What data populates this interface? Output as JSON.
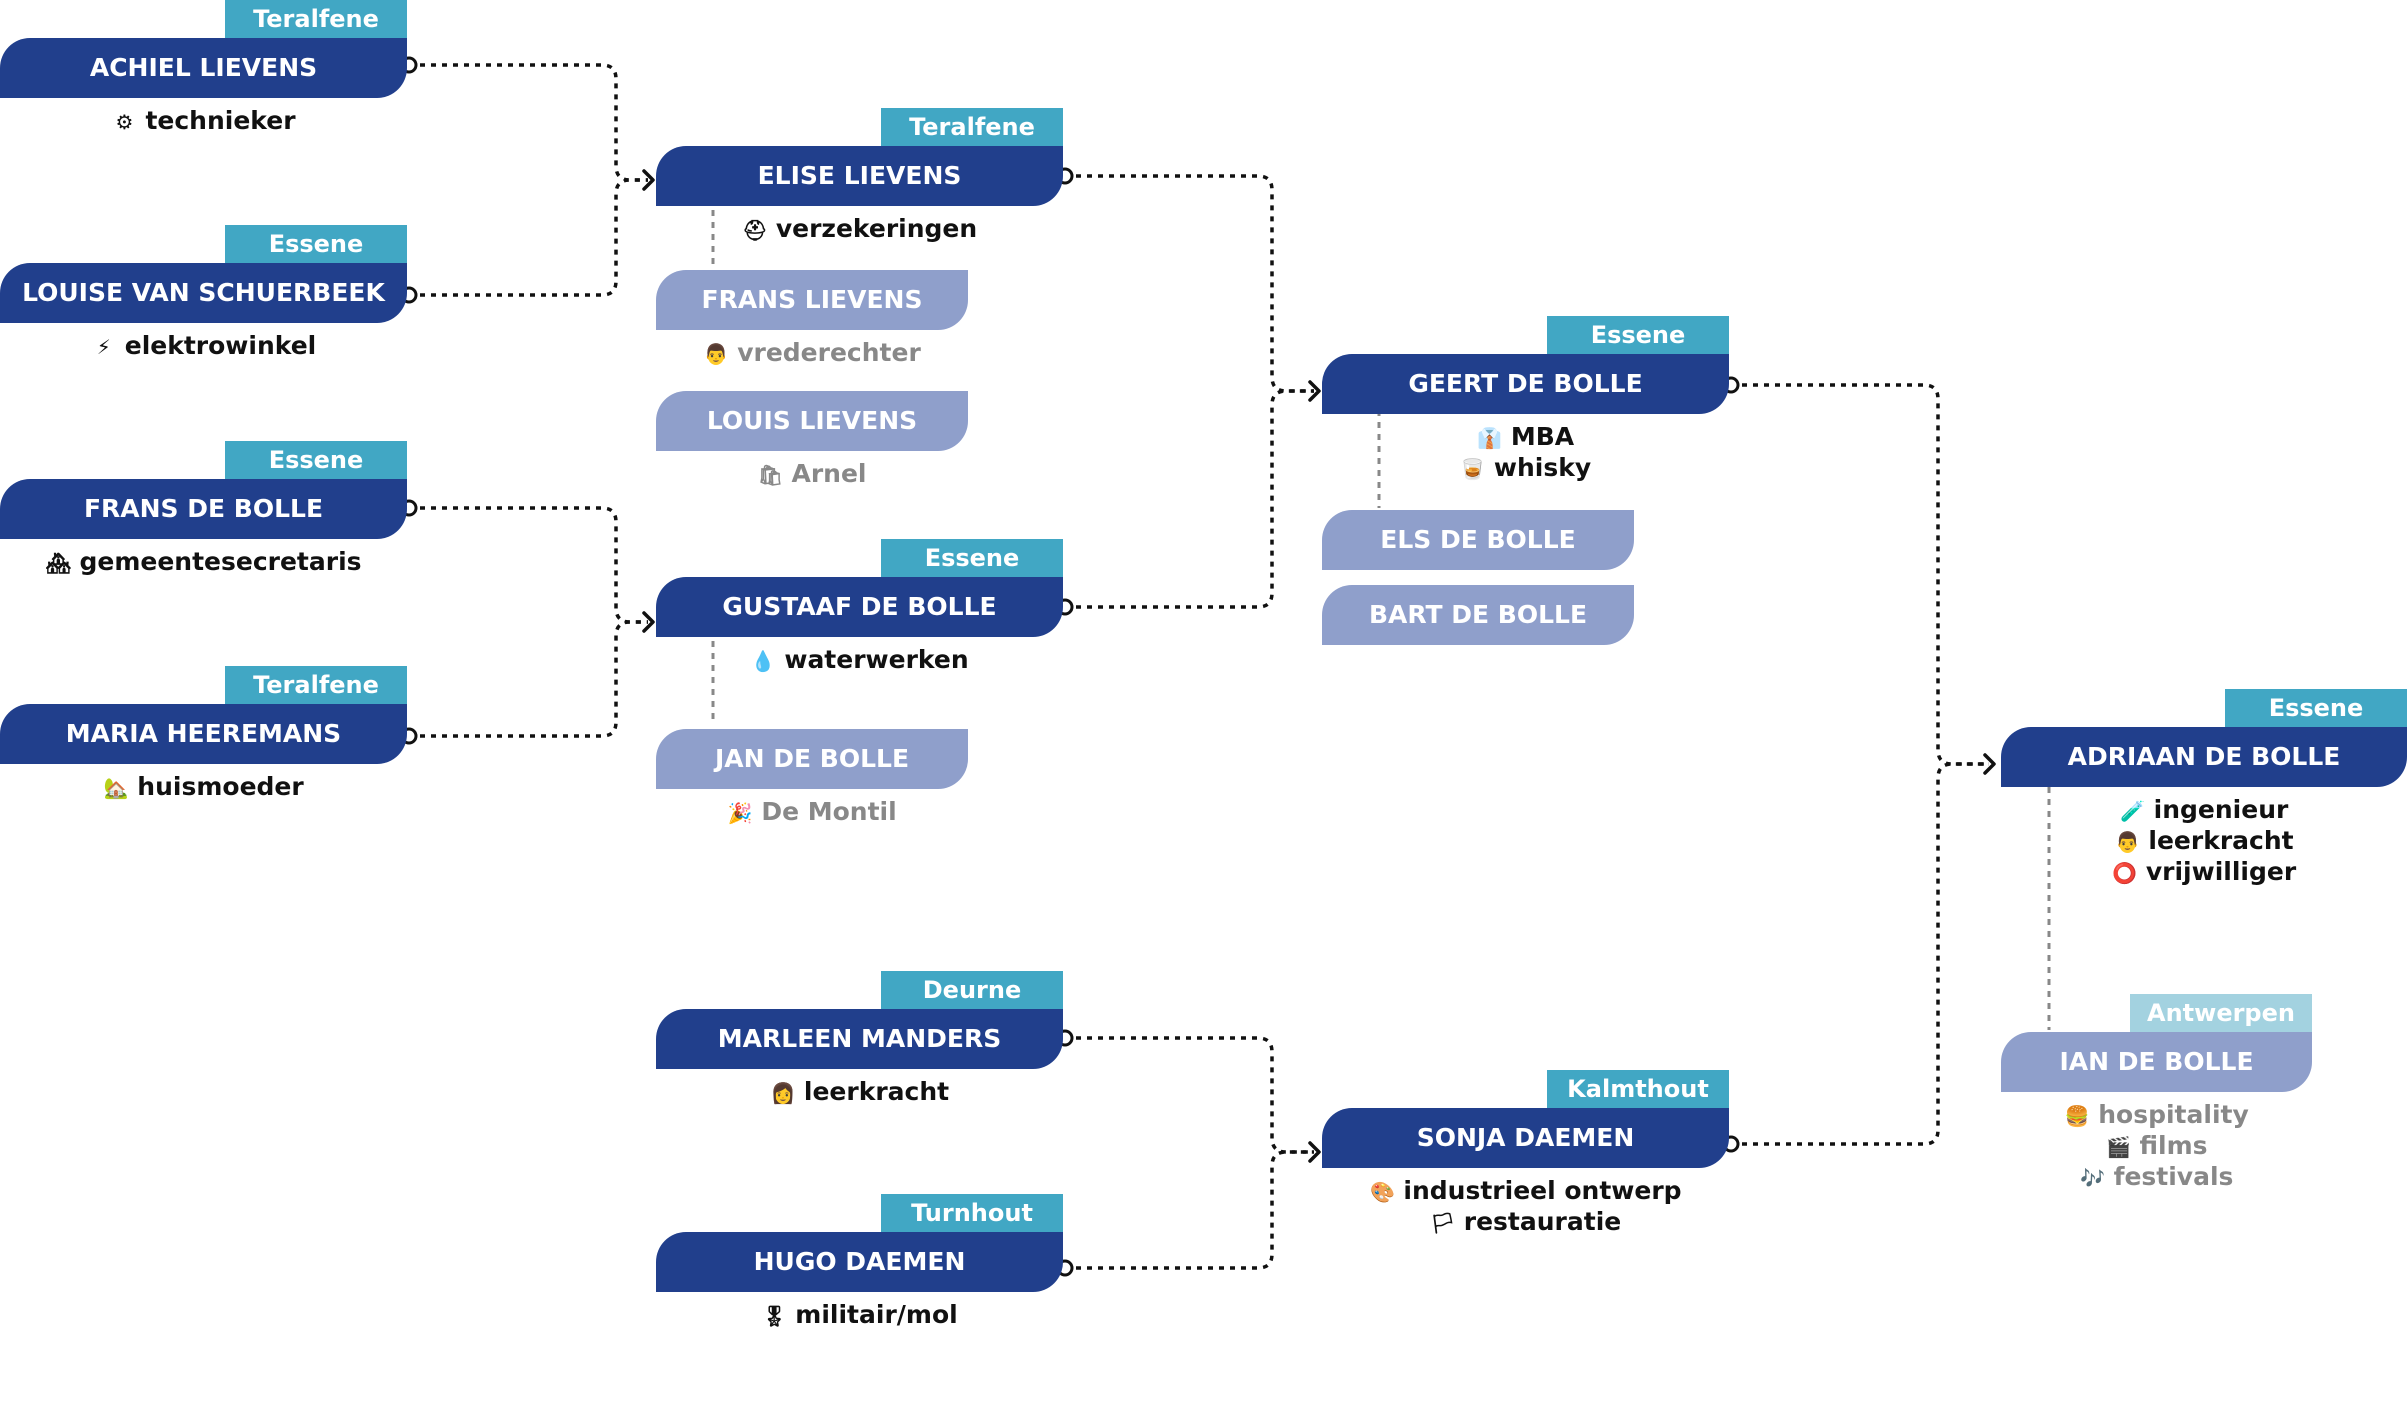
{
  "persons": {
    "achiel": {
      "place": "Teralfene",
      "name": "ACHIEL LIEVENS",
      "details": [
        {
          "icon": "gear-icon",
          "glyph": "⚙",
          "text": "technieker"
        }
      ]
    },
    "louise": {
      "place": "Essene",
      "name": "LOUISE VAN SCHUERBEEK",
      "details": [
        {
          "icon": "lightning-icon",
          "glyph": "⚡",
          "text": "elektrowinkel"
        }
      ]
    },
    "frans_db": {
      "place": "Essene",
      "name": "FRANS DE BOLLE",
      "details": [
        {
          "icon": "houses-icon",
          "glyph": "🏘",
          "text": "gemeentesecretaris"
        }
      ]
    },
    "maria": {
      "place": "Teralfene",
      "name": "MARIA HEEREMANS",
      "details": [
        {
          "icon": "house-garden-icon",
          "glyph": "🏡",
          "text": "huismoeder"
        }
      ]
    },
    "elise": {
      "place": "Teralfene",
      "name": "ELISE LIEVENS",
      "details": [
        {
          "icon": "helmet-icon",
          "glyph": "⛑",
          "text": "verzekeringen"
        }
      ]
    },
    "gustaaf": {
      "place": "Essene",
      "name": "GUSTAAF DE BOLLE",
      "details": [
        {
          "icon": "droplet-icon",
          "glyph": "💧",
          "text": "waterwerken"
        }
      ]
    },
    "marleen": {
      "place": "Deurne",
      "name": "MARLEEN MANDERS",
      "details": [
        {
          "icon": "teacher-icon",
          "glyph": "👩",
          "text": "leerkracht"
        }
      ]
    },
    "hugo": {
      "place": "Turnhout",
      "name": "HUGO DAEMEN",
      "details": [
        {
          "icon": "medal-icon",
          "glyph": "🎖",
          "text": "militair/mol"
        }
      ]
    },
    "geert": {
      "place": "Essene",
      "name": "GEERT DE BOLLE",
      "details": [
        {
          "icon": "businessman-icon",
          "glyph": "👔",
          "text": "MBA"
        },
        {
          "icon": "whisky-icon",
          "glyph": "🥃",
          "text": "whisky"
        }
      ]
    },
    "sonja": {
      "place": "Kalmthout",
      "name": "SONJA DAEMEN",
      "details": [
        {
          "icon": "palette-icon",
          "glyph": "🎨",
          "text": "industrieel ontwerp"
        },
        {
          "icon": "flag-icon",
          "glyph": "🏳",
          "text": "restauratie"
        }
      ]
    },
    "adriaan": {
      "place": "Essene",
      "name": "ADRIAAN DE BOLLE",
      "details": [
        {
          "icon": "test-tube-icon",
          "glyph": "🧪",
          "text": "ingenieur"
        },
        {
          "icon": "teacher-icon",
          "glyph": "👨",
          "text": "leerkracht"
        },
        {
          "icon": "lifebuoy-icon",
          "glyph": "⭕",
          "text": "vrijwilliger"
        }
      ]
    },
    "ian": {
      "place": "Antwerpen",
      "name": "IAN DE BOLLE",
      "details": [
        {
          "icon": "burger-icon",
          "glyph": "🍔",
          "text": "hospitality"
        },
        {
          "icon": "clapperboard-icon",
          "glyph": "🎬",
          "text": "films"
        },
        {
          "icon": "music-notes-icon",
          "glyph": "🎶",
          "text": "festivals"
        }
      ]
    }
  },
  "siblings": {
    "frans_l": {
      "name": "FRANS LIEVENS",
      "details": [
        {
          "icon": "judge-icon",
          "glyph": "👨",
          "text": "vrederechter"
        }
      ]
    },
    "louis": {
      "name": "LOUIS LIEVENS",
      "details": [
        {
          "icon": "shopping-bag-icon",
          "glyph": "🛍",
          "text": "Arnel"
        }
      ]
    },
    "jan": {
      "name": "JAN DE BOLLE",
      "details": [
        {
          "icon": "party-popper-icon",
          "glyph": "🎉",
          "text": "De Montil"
        }
      ]
    },
    "els": {
      "name": "ELS DE BOLLE",
      "details": []
    },
    "bart": {
      "name": "BART DE BOLLE",
      "details": []
    }
  },
  "colors": {
    "pill": "#213f8c",
    "sibling_pill": "#8f9fcb",
    "place": "#41a7c4",
    "place_light": "#a3d2e0"
  }
}
